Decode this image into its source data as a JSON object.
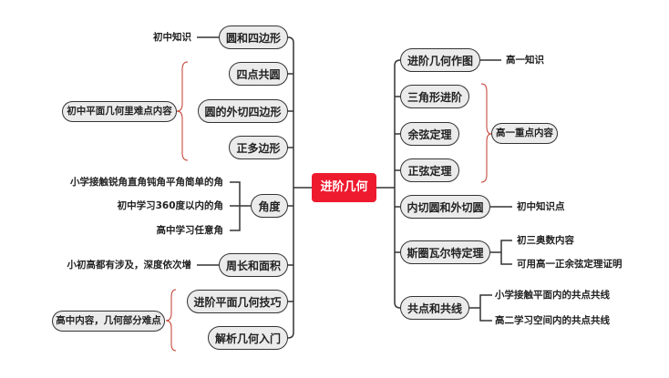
{
  "root": "进阶几何",
  "left": [
    {
      "label": "圆和四边形",
      "note": "初中知识"
    },
    {
      "label": "四点共圆"
    },
    {
      "label": "圆的外切四边形"
    },
    {
      "label": "正多边形"
    },
    {
      "label": "角度",
      "children": [
        "小学接触锐角直角钝角平角简单的角",
        "初中学习360度以内的角",
        "高中学习任意角"
      ]
    },
    {
      "label": "周长和面积",
      "note": "小初高都有涉及，深度依次增"
    },
    {
      "label": "进阶平面几何技巧"
    },
    {
      "label": "解析几何入门"
    }
  ],
  "left_summaries": [
    "初中平面几何里难点内容",
    "高中内容，几何部分难点"
  ],
  "right": [
    {
      "label": "进阶几何作图",
      "note": "高一知识"
    },
    {
      "label": "三角形进阶"
    },
    {
      "label": "余弦定理"
    },
    {
      "label": "正弦定理"
    },
    {
      "label": "内切圆和外切圆",
      "note": "初中知识点"
    },
    {
      "label": "斯圈瓦尔特定理",
      "children": [
        "初三奥数内容",
        "可用高一正余弦定理证明"
      ]
    },
    {
      "label": "共点和共线",
      "children": [
        "小学接触平面内的共点共线",
        "高二学习空间内的共点共线"
      ]
    }
  ],
  "right_summaries": [
    "高一重点内容"
  ],
  "colors": {
    "root": "#ee1a2e",
    "node": "#ebebeb",
    "brace": "#c0392b"
  }
}
